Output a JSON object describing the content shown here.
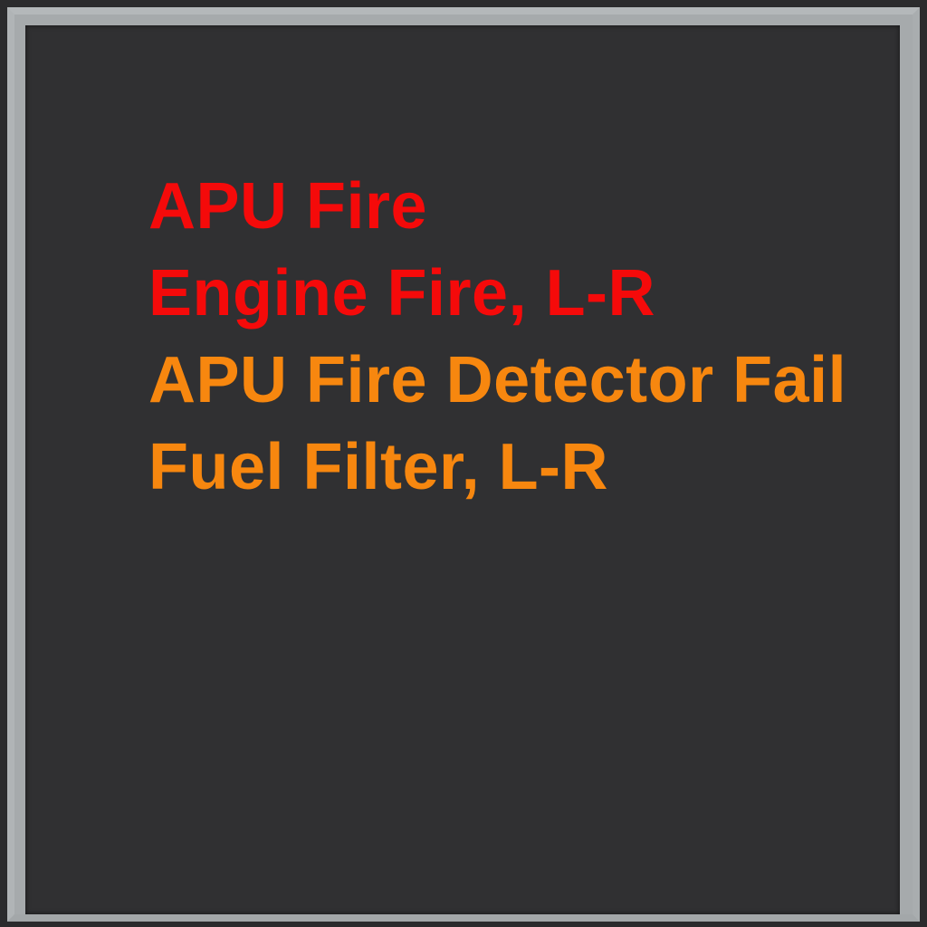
{
  "cas_display": {
    "messages": [
      {
        "text": "APU Fire",
        "level": "warning",
        "color": "#f50a0a"
      },
      {
        "text": "Engine Fire, L-R",
        "level": "warning",
        "color": "#f50a0a"
      },
      {
        "text": "APU Fire Detector Fail",
        "level": "caution",
        "color": "#f7870f"
      },
      {
        "text": "Fuel Filter, L-R",
        "level": "caution",
        "color": "#f7870f"
      }
    ],
    "colors": {
      "screen_background": "#303032",
      "bezel": "#a6aaac"
    }
  }
}
